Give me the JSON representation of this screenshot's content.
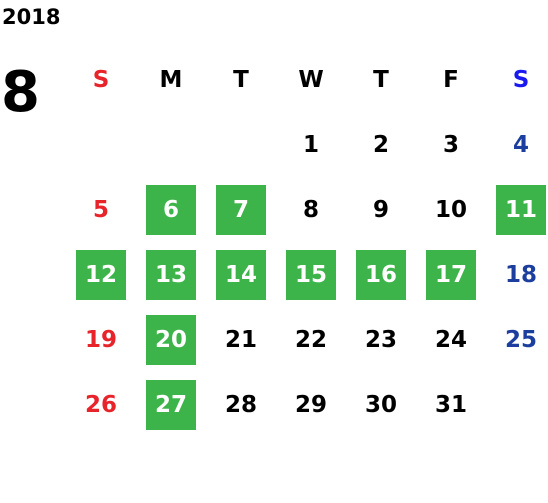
{
  "year": "2018",
  "month": "8",
  "weekdays": [
    "S",
    "M",
    "T",
    "W",
    "T",
    "F",
    "S"
  ],
  "weeks": [
    [
      {
        "day": "",
        "highlighted": false
      },
      {
        "day": "",
        "highlighted": false
      },
      {
        "day": "",
        "highlighted": false
      },
      {
        "day": "1",
        "highlighted": false
      },
      {
        "day": "2",
        "highlighted": false
      },
      {
        "day": "3",
        "highlighted": false
      },
      {
        "day": "4",
        "highlighted": false
      }
    ],
    [
      {
        "day": "5",
        "highlighted": false
      },
      {
        "day": "6",
        "highlighted": true
      },
      {
        "day": "7",
        "highlighted": true
      },
      {
        "day": "8",
        "highlighted": false
      },
      {
        "day": "9",
        "highlighted": false
      },
      {
        "day": "10",
        "highlighted": false
      },
      {
        "day": "11",
        "highlighted": true
      }
    ],
    [
      {
        "day": "12",
        "highlighted": true
      },
      {
        "day": "13",
        "highlighted": true
      },
      {
        "day": "14",
        "highlighted": true
      },
      {
        "day": "15",
        "highlighted": true
      },
      {
        "day": "16",
        "highlighted": true
      },
      {
        "day": "17",
        "highlighted": true
      },
      {
        "day": "18",
        "highlighted": false
      }
    ],
    [
      {
        "day": "19",
        "highlighted": false
      },
      {
        "day": "20",
        "highlighted": true
      },
      {
        "day": "21",
        "highlighted": false
      },
      {
        "day": "22",
        "highlighted": false
      },
      {
        "day": "23",
        "highlighted": false
      },
      {
        "day": "24",
        "highlighted": false
      },
      {
        "day": "25",
        "highlighted": false
      }
    ],
    [
      {
        "day": "26",
        "highlighted": false
      },
      {
        "day": "27",
        "highlighted": true
      },
      {
        "day": "28",
        "highlighted": false
      },
      {
        "day": "29",
        "highlighted": false
      },
      {
        "day": "30",
        "highlighted": false
      },
      {
        "day": "31",
        "highlighted": false
      },
      {
        "day": "",
        "highlighted": false
      }
    ]
  ],
  "colors": {
    "highlight": "#3cb44a",
    "sunday": "#e8242b",
    "saturday": "#1c3e9e",
    "saturday_header": "#1a1af0"
  }
}
